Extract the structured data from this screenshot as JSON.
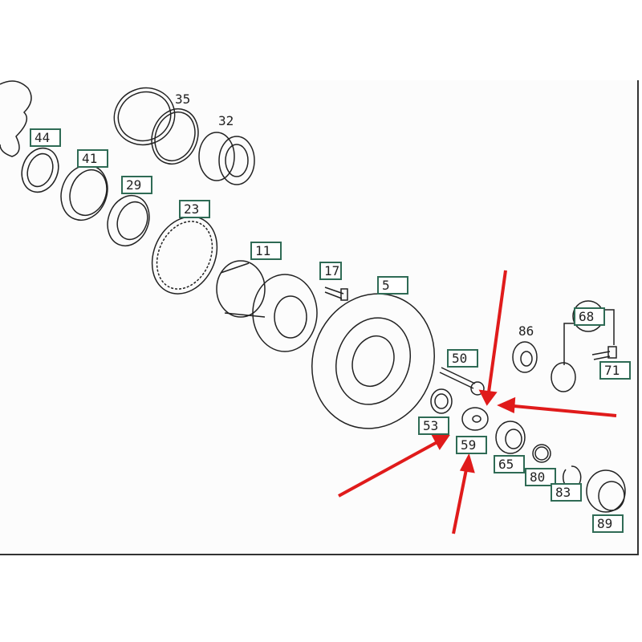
{
  "diagram": {
    "boxed_labels": [
      {
        "id": "44",
        "text": "44"
      },
      {
        "id": "41",
        "text": "41"
      },
      {
        "id": "29",
        "text": "29"
      },
      {
        "id": "23",
        "text": "23"
      },
      {
        "id": "11",
        "text": "11"
      },
      {
        "id": "17",
        "text": "17"
      },
      {
        "id": "5",
        "text": "5"
      },
      {
        "id": "50",
        "text": "50"
      },
      {
        "id": "53",
        "text": "53"
      },
      {
        "id": "59",
        "text": "59"
      },
      {
        "id": "65",
        "text": "65"
      },
      {
        "id": "80",
        "text": "80"
      },
      {
        "id": "83",
        "text": "83"
      },
      {
        "id": "89",
        "text": "89"
      },
      {
        "id": "68",
        "text": "68"
      },
      {
        "id": "71",
        "text": "71"
      }
    ],
    "plain_labels": [
      {
        "id": "35",
        "text": "35"
      },
      {
        "id": "32",
        "text": "32"
      },
      {
        "id": "86",
        "text": "86"
      }
    ],
    "colors": {
      "label_border": "#2f6b55",
      "arrow": "#e01b1b",
      "line": "#222222"
    }
  }
}
